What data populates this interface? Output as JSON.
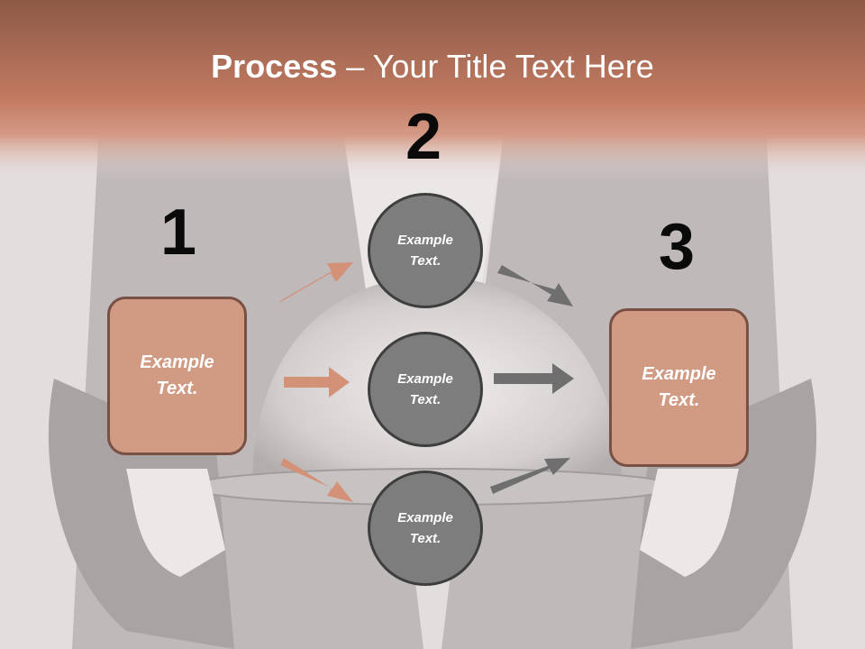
{
  "title": {
    "bold": "Process",
    "rest": " – Your Title Text Here"
  },
  "steps": {
    "one": {
      "number": "1",
      "line1": "Example",
      "line2": "Text."
    },
    "two": {
      "number": "2"
    },
    "three": {
      "number": "3",
      "line1": "Example",
      "line2": "Text."
    }
  },
  "circles": [
    {
      "line1": "Example",
      "line2": "Text."
    },
    {
      "line1": "Example",
      "line2": "Text."
    },
    {
      "line1": "Example",
      "line2": "Text."
    }
  ],
  "colors": {
    "header": "#c27a61",
    "box_fill": "#d19a83",
    "box_border": "#7a4f44",
    "circle_fill": "#7d7d7d",
    "circle_border": "#3e3e3e",
    "arrow_left": "#d39178",
    "arrow_right": "#6f6f6f"
  }
}
